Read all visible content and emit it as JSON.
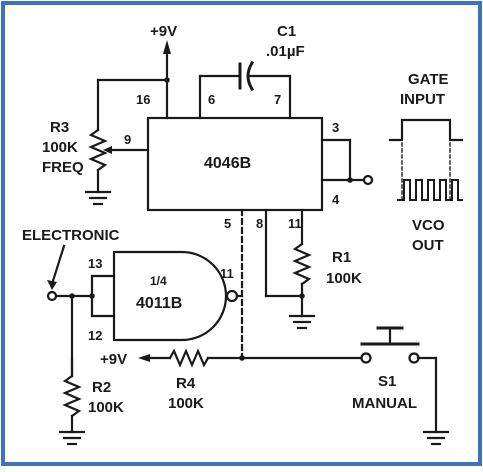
{
  "colors": {
    "border": "#3f73b8",
    "ink": "#1a1a1a",
    "background": "#ffffff"
  },
  "labels": {
    "supply_top": "+9V",
    "c1_name": "C1",
    "c1_value": ".01µF",
    "pin16": "16",
    "pin6": "6",
    "pin7": "7",
    "pin9": "9",
    "pin3": "3",
    "pin4": "4",
    "pin5": "5",
    "pin8": "8",
    "pin11_pll": "11",
    "pll_chip": "4046B",
    "r3_name": "R3",
    "r3_value": "100K",
    "r3_note": "FREQ",
    "r1_name": "R1",
    "r1_value": "100K",
    "gate_label_1": "GATE",
    "gate_label_2": "INPUT",
    "vco_label_1": "VCO",
    "vco_label_2": "OUT",
    "electronic": "ELECTRONIC",
    "pin13": "13",
    "pin12": "12",
    "pin11_nand": "11",
    "nand_fraction": "1/4",
    "nand_chip": "4011B",
    "supply_left": "+9V",
    "r4_name": "R4",
    "r4_value": "100K",
    "r2_name": "R2",
    "r2_value": "100K",
    "s1_name": "S1",
    "s1_note": "MANUAL"
  }
}
